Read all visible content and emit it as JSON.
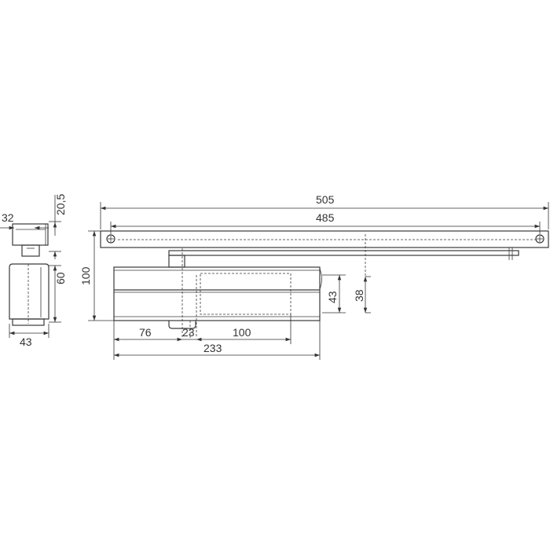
{
  "dimensions": {
    "overall_length": "505",
    "rail_length": "485",
    "overall_height": "100",
    "body_offset": "76",
    "arm_width": "23",
    "body_inner": "100",
    "body_length": "233",
    "body_height": "43",
    "rail_to_axis": "38",
    "side_top_width": "32",
    "side_top_height": "20,5",
    "side_body_height": "60",
    "side_body_width": "43"
  },
  "colors": {
    "line": "#3a3a3a",
    "background": "#ffffff"
  }
}
